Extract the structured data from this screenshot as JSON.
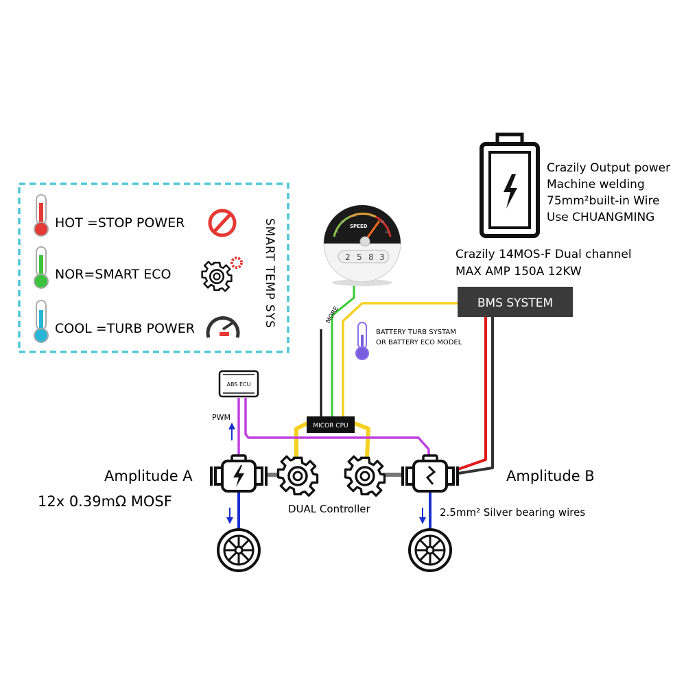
{
  "legend": {
    "title": "SMART TEMP SYS",
    "items": [
      {
        "label": "HOT =STOP POWER",
        "thermo_color": "#e53935",
        "icon": "no-entry-icon"
      },
      {
        "label": "NOR=SMART ECO",
        "thermo_color": "#3cc23c",
        "icon": "gear-icon"
      },
      {
        "label": "COOL =TURB POWER",
        "thermo_color": "#29b6d6",
        "icon": "speedometer-icon"
      }
    ]
  },
  "gauge": {
    "label": "SPEED",
    "digits": [
      "2",
      "5",
      "8",
      "3"
    ],
    "scale": [
      "5",
      "10",
      "15",
      "20",
      "25",
      "30"
    ]
  },
  "battery": {
    "lines": [
      "Crazily Output power",
      "Machine welding",
      "75mm²built-in Wire",
      "Use CHUANGMING"
    ]
  },
  "controller_spec": {
    "line1": "Crazily 14MOS-F Dual channel",
    "line2": "MAX AMP 150A 12KW"
  },
  "bms": {
    "label": "BMS SYSTEM"
  },
  "wire_more": "MORE",
  "battery_mode": {
    "line1": "BATTERY TURB SYSTAM",
    "line2": "OR BATTERY ECO MODEL"
  },
  "cpu": {
    "label": "MICOR CPU"
  },
  "abs": {
    "label": "ABS ECU"
  },
  "pwm": "PWM",
  "amplitude_a": {
    "title": "Amplitude A",
    "spec": "12x 0.39mΩ MOSF"
  },
  "amplitude_b": {
    "title": "Amplitude B",
    "spec": "2.5mm² Silver bearing wires"
  },
  "dual_controller": "DUAL Controller",
  "colors": {
    "purple": "#c040e0",
    "yellow": "#f5d020",
    "green": "#33cc33",
    "blue": "#1a2fd0",
    "red": "#e01818",
    "dashed": "#4cc6d6"
  }
}
